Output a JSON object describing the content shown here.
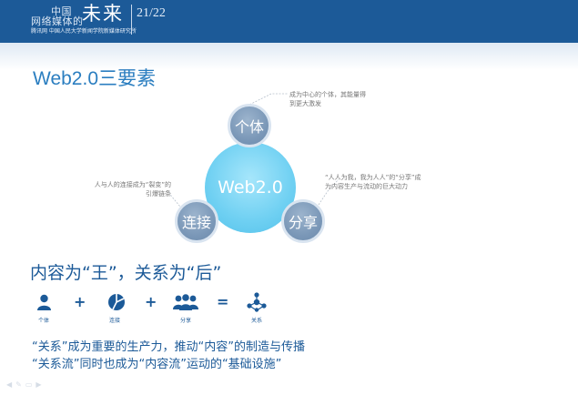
{
  "header": {
    "brand_small": "中国",
    "brand_line2": "网络媒体的",
    "brand_big": "未来",
    "subtitle": "腾讯网 中国人民大学新闻学院新媒体研究所",
    "page_number": "21/22",
    "bar_color": "#1c5a98"
  },
  "slide": {
    "title": "Web2.0三要素",
    "diagram": {
      "center_label": "Web2.0",
      "nodes": [
        {
          "label": "个体",
          "note": "成为中心的个体，其能量得到更大激发"
        },
        {
          "label": "连接",
          "note": "人与人的连接成为“裂变”的引爆链条"
        },
        {
          "label": "分享",
          "note": "“人人为我，我为人人”的“分享”成为内容生产与流动的巨大动力"
        }
      ]
    },
    "subhead": "内容为“王”，关系为“后”",
    "equation": {
      "items": [
        {
          "icon": "person-icon",
          "label": "个体"
        },
        {
          "icon": "connect-icon",
          "label": "连接"
        },
        {
          "icon": "group-icon",
          "label": "分享"
        },
        {
          "icon": "network-icon",
          "label": "关系"
        }
      ],
      "plus": "+",
      "equals": "="
    },
    "statements": [
      "“关系”成为重要的生产力，推动“内容”的制造与传播",
      "“关系流”同时也成为“内容流”运动的“基础设施”"
    ]
  },
  "footer": {
    "controls": [
      "prev-icon",
      "pen-icon",
      "slides-icon",
      "next-icon"
    ]
  }
}
